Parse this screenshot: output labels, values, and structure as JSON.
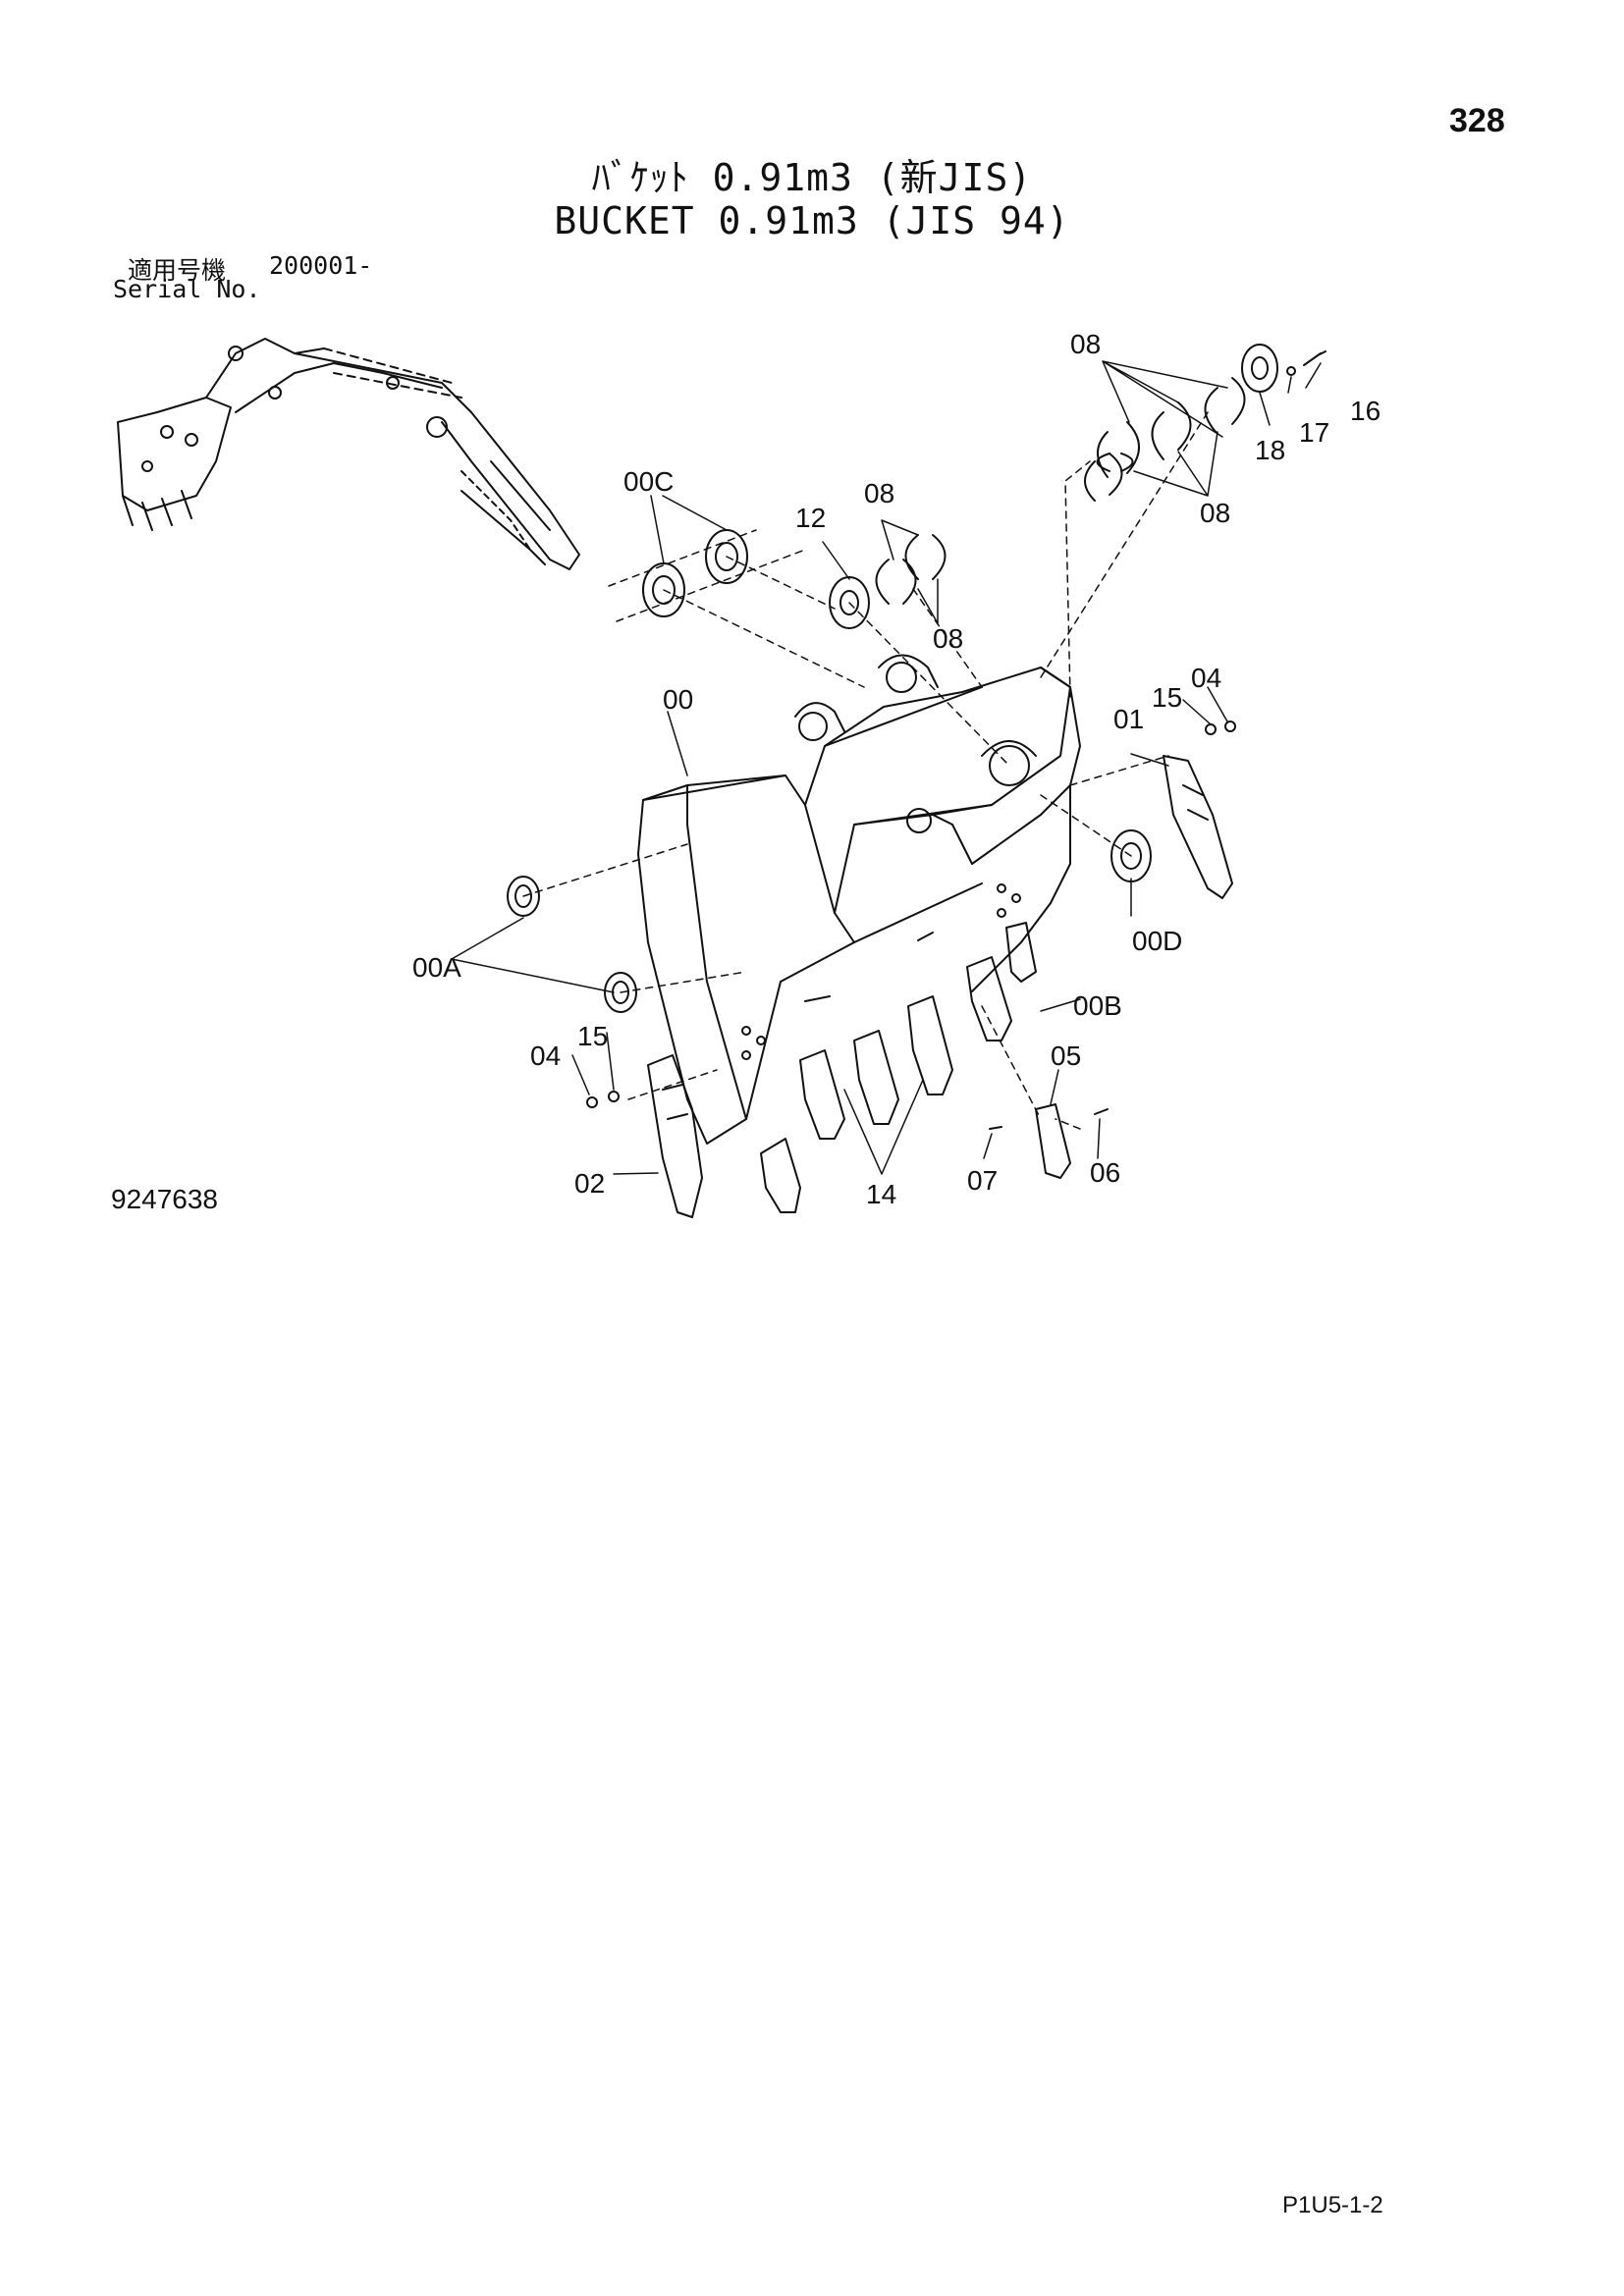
{
  "page": {
    "number": "328",
    "title_jp": "ﾊﾞｹｯﾄ 0.91m3 (新JIS)",
    "title_en": "BUCKET 0.91m3 (JIS 94)",
    "serial_label_jp": "適用号機",
    "serial_range": "200001-",
    "serial_label_en": "Serial No.",
    "drawing_number": "9247638",
    "page_code": "P1U5-1-2"
  },
  "callouts": {
    "c08_top": "08",
    "c16": "16",
    "c17": "17",
    "c18": "18",
    "c08_right": "08",
    "c00C": "00C",
    "c12": "12",
    "c08_mid": "08",
    "c08_mid_low": "08",
    "c00": "00",
    "c15_right": "15",
    "c04_right": "04",
    "c01": "01",
    "c00D": "00D",
    "c00A": "00A",
    "c00B": "00B",
    "c15_left": "15",
    "c04_left": "04",
    "c05": "05",
    "c02": "02",
    "c14": "14",
    "c07": "07",
    "c06": "06"
  },
  "colors": {
    "ink": "#111111",
    "paper": "#ffffff"
  }
}
